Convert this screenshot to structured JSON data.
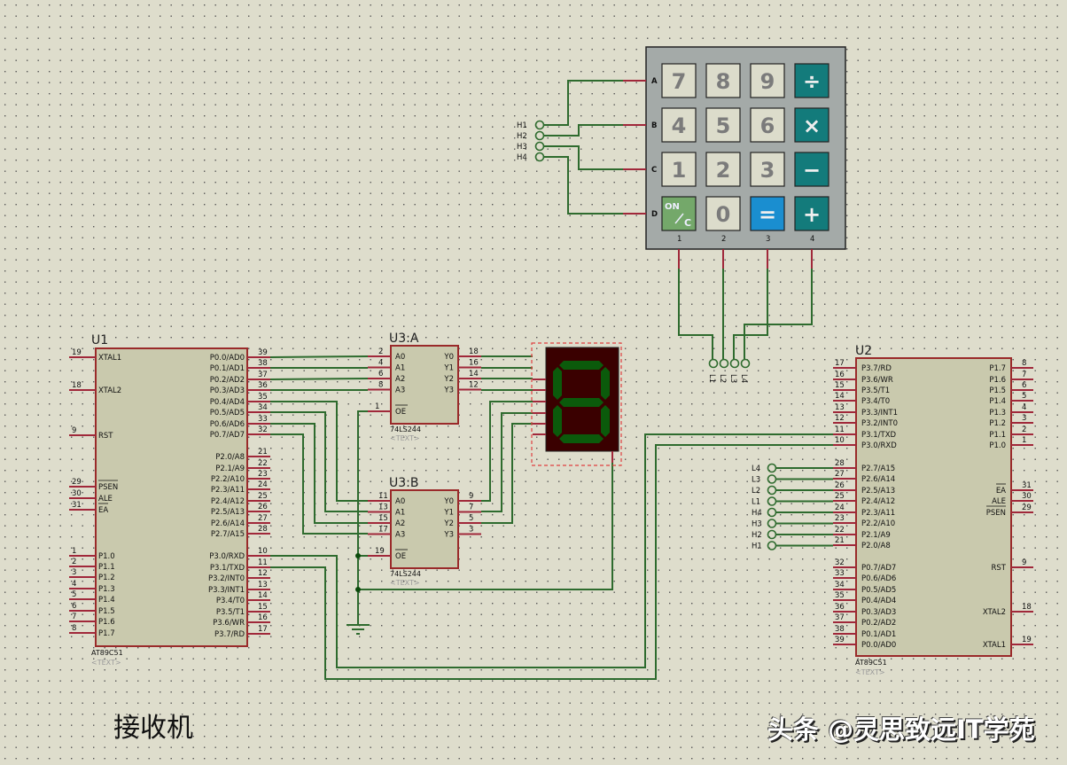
{
  "caption": "接收机",
  "watermark": "头条 @灵思致远IT学苑",
  "colors": {
    "background": "#deddcc",
    "wire": "#2e6b2e",
    "pin": "#a0283a",
    "chip_fill": "#c9c9ad",
    "segment_on": "#0b5a0b",
    "segment_bg": "#3a0000"
  },
  "u1": {
    "refdes": "U1",
    "part": "AT89C51",
    "text": "<TEXT>",
    "left_pins": [
      {
        "num": "19",
        "name": "XTAL1"
      },
      {
        "num": "18",
        "name": "XTAL2"
      },
      {
        "num": "9",
        "name": "RST"
      },
      {
        "num": "29",
        "name": "PSEN"
      },
      {
        "num": "30",
        "name": "ALE"
      },
      {
        "num": "31",
        "name": "EA"
      },
      {
        "num": "1",
        "name": "P1.0"
      },
      {
        "num": "2",
        "name": "P1.1"
      },
      {
        "num": "3",
        "name": "P1.2"
      },
      {
        "num": "4",
        "name": "P1.3"
      },
      {
        "num": "5",
        "name": "P1.4"
      },
      {
        "num": "6",
        "name": "P1.5"
      },
      {
        "num": "7",
        "name": "P1.6"
      },
      {
        "num": "8",
        "name": "P1.7"
      }
    ],
    "right_pins": [
      {
        "num": "39",
        "name": "P0.0/AD0"
      },
      {
        "num": "38",
        "name": "P0.1/AD1"
      },
      {
        "num": "37",
        "name": "P0.2/AD2"
      },
      {
        "num": "36",
        "name": "P0.3/AD3"
      },
      {
        "num": "35",
        "name": "P0.4/AD4"
      },
      {
        "num": "34",
        "name": "P0.5/AD5"
      },
      {
        "num": "33",
        "name": "P0.6/AD6"
      },
      {
        "num": "32",
        "name": "P0.7/AD7"
      },
      {
        "num": "21",
        "name": "P2.0/A8"
      },
      {
        "num": "22",
        "name": "P2.1/A9"
      },
      {
        "num": "23",
        "name": "P2.2/A10"
      },
      {
        "num": "24",
        "name": "P2.3/A11"
      },
      {
        "num": "25",
        "name": "P2.4/A12"
      },
      {
        "num": "26",
        "name": "P2.5/A13"
      },
      {
        "num": "27",
        "name": "P2.6/A14"
      },
      {
        "num": "28",
        "name": "P2.7/A15"
      },
      {
        "num": "10",
        "name": "P3.0/RXD"
      },
      {
        "num": "11",
        "name": "P3.1/TXD"
      },
      {
        "num": "12",
        "name": "P3.2/INT0"
      },
      {
        "num": "13",
        "name": "P3.3/INT1"
      },
      {
        "num": "14",
        "name": "P3.4/T0"
      },
      {
        "num": "15",
        "name": "P3.5/T1"
      },
      {
        "num": "16",
        "name": "P3.6/WR"
      },
      {
        "num": "17",
        "name": "P3.7/RD"
      }
    ]
  },
  "u2": {
    "refdes": "U2",
    "part": "AT89C51",
    "text": "<TEXT>",
    "left_pins": [
      {
        "num": "17",
        "name": "P3.7/RD"
      },
      {
        "num": "16",
        "name": "P3.6/WR"
      },
      {
        "num": "15",
        "name": "P3.5/T1"
      },
      {
        "num": "14",
        "name": "P3.4/T0"
      },
      {
        "num": "13",
        "name": "P3.3/INT1"
      },
      {
        "num": "12",
        "name": "P3.2/INT0"
      },
      {
        "num": "11",
        "name": "P3.1/TXD"
      },
      {
        "num": "10",
        "name": "P3.0/RXD"
      },
      {
        "num": "28",
        "name": "P2.7/A15"
      },
      {
        "num": "27",
        "name": "P2.6/A14"
      },
      {
        "num": "26",
        "name": "P2.5/A13"
      },
      {
        "num": "25",
        "name": "P2.4/A12"
      },
      {
        "num": "24",
        "name": "P2.3/A11"
      },
      {
        "num": "23",
        "name": "P2.2/A10"
      },
      {
        "num": "22",
        "name": "P2.1/A9"
      },
      {
        "num": "21",
        "name": "P2.0/A8"
      },
      {
        "num": "32",
        "name": "P0.7/AD7"
      },
      {
        "num": "33",
        "name": "P0.6/AD6"
      },
      {
        "num": "34",
        "name": "P0.5/AD5"
      },
      {
        "num": "35",
        "name": "P0.4/AD4"
      },
      {
        "num": "36",
        "name": "P0.3/AD3"
      },
      {
        "num": "37",
        "name": "P0.2/AD2"
      },
      {
        "num": "38",
        "name": "P0.1/AD1"
      },
      {
        "num": "39",
        "name": "P0.0/AD0"
      }
    ],
    "right_pins": [
      {
        "num": "8",
        "name": "P1.7"
      },
      {
        "num": "7",
        "name": "P1.6"
      },
      {
        "num": "6",
        "name": "P1.5"
      },
      {
        "num": "5",
        "name": "P1.4"
      },
      {
        "num": "4",
        "name": "P1.3"
      },
      {
        "num": "3",
        "name": "P1.2"
      },
      {
        "num": "2",
        "name": "P1.1"
      },
      {
        "num": "1",
        "name": "P1.0"
      },
      {
        "num": "31",
        "name": "EA"
      },
      {
        "num": "30",
        "name": "ALE"
      },
      {
        "num": "29",
        "name": "PSEN"
      },
      {
        "num": "9",
        "name": "RST"
      },
      {
        "num": "18",
        "name": "XTAL2"
      },
      {
        "num": "19",
        "name": "XTAL1"
      }
    ],
    "terminals": [
      "L4",
      "L3",
      "L2",
      "L1",
      "H4",
      "H3",
      "H2",
      "H1"
    ]
  },
  "u3a": {
    "refdes": "U3:A",
    "part": "74LS244",
    "text": "<TEXT>",
    "inputs": [
      {
        "num": "2",
        "name": "A0"
      },
      {
        "num": "4",
        "name": "A1"
      },
      {
        "num": "6",
        "name": "A2"
      },
      {
        "num": "8",
        "name": "A3"
      }
    ],
    "outputs": [
      {
        "num": "18",
        "name": "Y0"
      },
      {
        "num": "16",
        "name": "Y1"
      },
      {
        "num": "14",
        "name": "Y2"
      },
      {
        "num": "12",
        "name": "Y3"
      }
    ],
    "oe": {
      "num": "1",
      "name": "OE"
    }
  },
  "u3b": {
    "refdes": "U3:B",
    "part": "74LS244",
    "text": "<TEXT>",
    "inputs": [
      {
        "num": "11",
        "name": "A0"
      },
      {
        "num": "13",
        "name": "A1"
      },
      {
        "num": "15",
        "name": "A2"
      },
      {
        "num": "17",
        "name": "A3"
      }
    ],
    "outputs": [
      {
        "num": "9",
        "name": "Y0"
      },
      {
        "num": "7",
        "name": "Y1"
      },
      {
        "num": "5",
        "name": "Y2"
      },
      {
        "num": "3",
        "name": "Y3"
      }
    ],
    "oe": {
      "num": "19",
      "name": "OE"
    }
  },
  "keypad": {
    "rows": [
      "A",
      "B",
      "C",
      "D"
    ],
    "cols": [
      "1",
      "2",
      "3",
      "4"
    ],
    "keys": [
      [
        {
          "label": "7",
          "style": "num"
        },
        {
          "label": "8",
          "style": "num"
        },
        {
          "label": "9",
          "style": "num"
        },
        {
          "label": "÷",
          "style": "op"
        }
      ],
      [
        {
          "label": "4",
          "style": "num"
        },
        {
          "label": "5",
          "style": "num"
        },
        {
          "label": "6",
          "style": "num"
        },
        {
          "label": "×",
          "style": "op"
        }
      ],
      [
        {
          "label": "1",
          "style": "num"
        },
        {
          "label": "2",
          "style": "num"
        },
        {
          "label": "3",
          "style": "num"
        },
        {
          "label": "−",
          "style": "op"
        }
      ],
      [
        {
          "label": "ON/C",
          "style": "on"
        },
        {
          "label": "0",
          "style": "num"
        },
        {
          "label": "=",
          "style": "eq"
        },
        {
          "label": "+",
          "style": "op"
        }
      ]
    ],
    "row_terminals": [
      "H1",
      "H2",
      "H3",
      "H4"
    ],
    "col_terminals": [
      "L1",
      "L2",
      "L3",
      "L4"
    ]
  },
  "display": {
    "digit": "8"
  }
}
